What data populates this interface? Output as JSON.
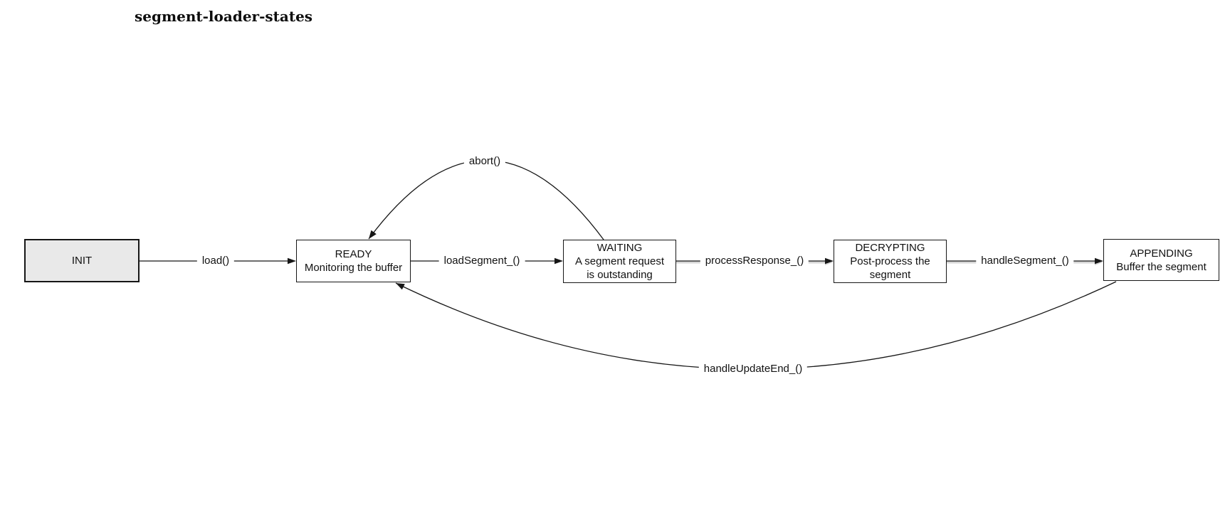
{
  "title": "segment-loader-states",
  "nodes": {
    "init": {
      "name": "INIT",
      "desc": ""
    },
    "ready": {
      "name": "READY",
      "desc": "Monitoring the buffer"
    },
    "waiting": {
      "name": "WAITING",
      "desc": "A segment request\nis outstanding"
    },
    "decrypting": {
      "name": "DECRYPTING",
      "desc": "Post-process the\nsegment"
    },
    "appending": {
      "name": "APPENDING",
      "desc": "Buffer the segment"
    }
  },
  "edges": {
    "load": {
      "label": "load()"
    },
    "load_segment": {
      "label": "loadSegment_()"
    },
    "process_response": {
      "label": "processResponse_()"
    },
    "handle_segment": {
      "label": "handleSegment_()"
    },
    "abort": {
      "label": "abort()"
    },
    "handle_update_end": {
      "label": "handleUpdateEnd_()"
    }
  },
  "colors": {
    "line": "#161616",
    "node_fill": "#ffffff",
    "init_fill": "#e9e9e9",
    "connector_shadow": "#d8d8d8",
    "background": "#ffffff"
  }
}
